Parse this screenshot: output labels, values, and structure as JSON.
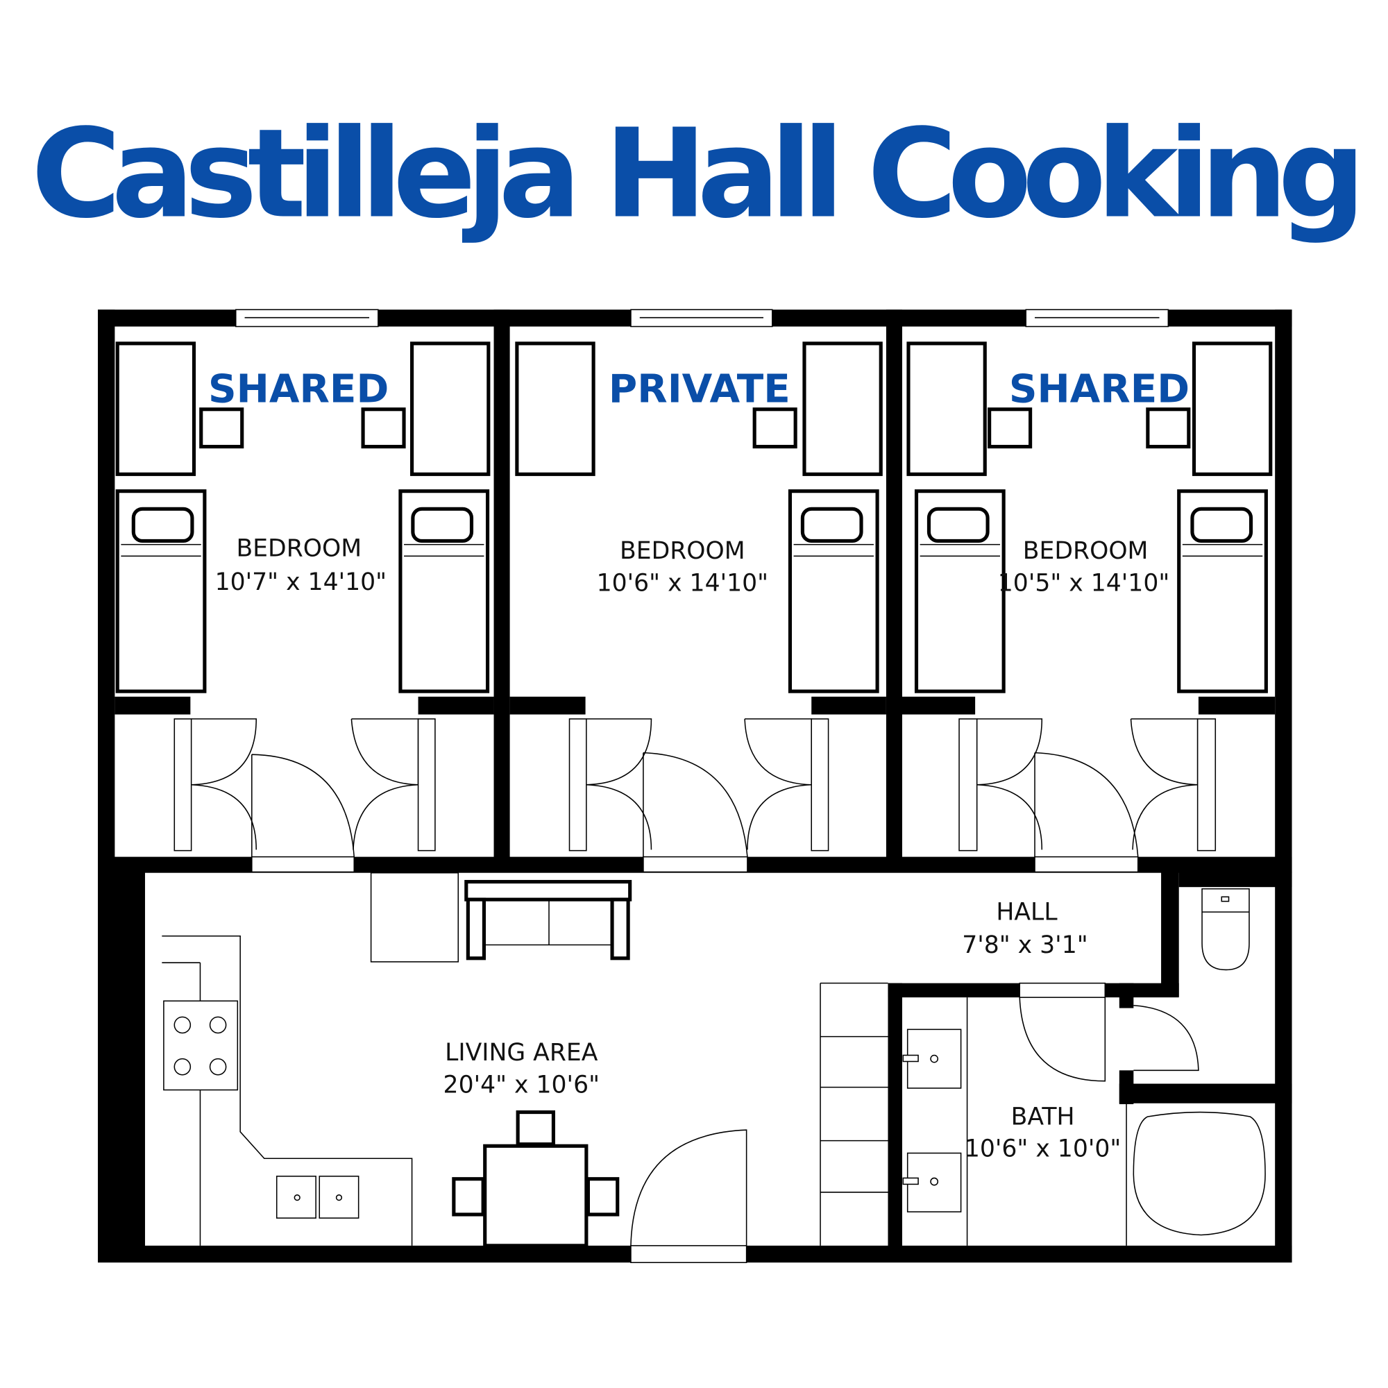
{
  "title": "Castilleja Hall Cooking",
  "colors": {
    "title": "#0a4ea8",
    "walls": "#000000"
  },
  "rooms": {
    "bedroom1": {
      "tag": "SHARED",
      "name": "BEDROOM",
      "size": "10'7\" x 14'10\""
    },
    "bedroom2": {
      "tag": "PRIVATE",
      "name": "BEDROOM",
      "size": "10'6\" x 14'10\""
    },
    "bedroom3": {
      "tag": "SHARED",
      "name": "BEDROOM",
      "size": "10'5\" x 14'10\""
    },
    "hall": {
      "name": "HALL",
      "size": "7'8\" x 3'1\""
    },
    "living": {
      "name": "LIVING AREA",
      "size": "20'4\" x 10'6\""
    },
    "bath": {
      "name": "BATH",
      "size": "10'6\" x 10'0\""
    }
  }
}
